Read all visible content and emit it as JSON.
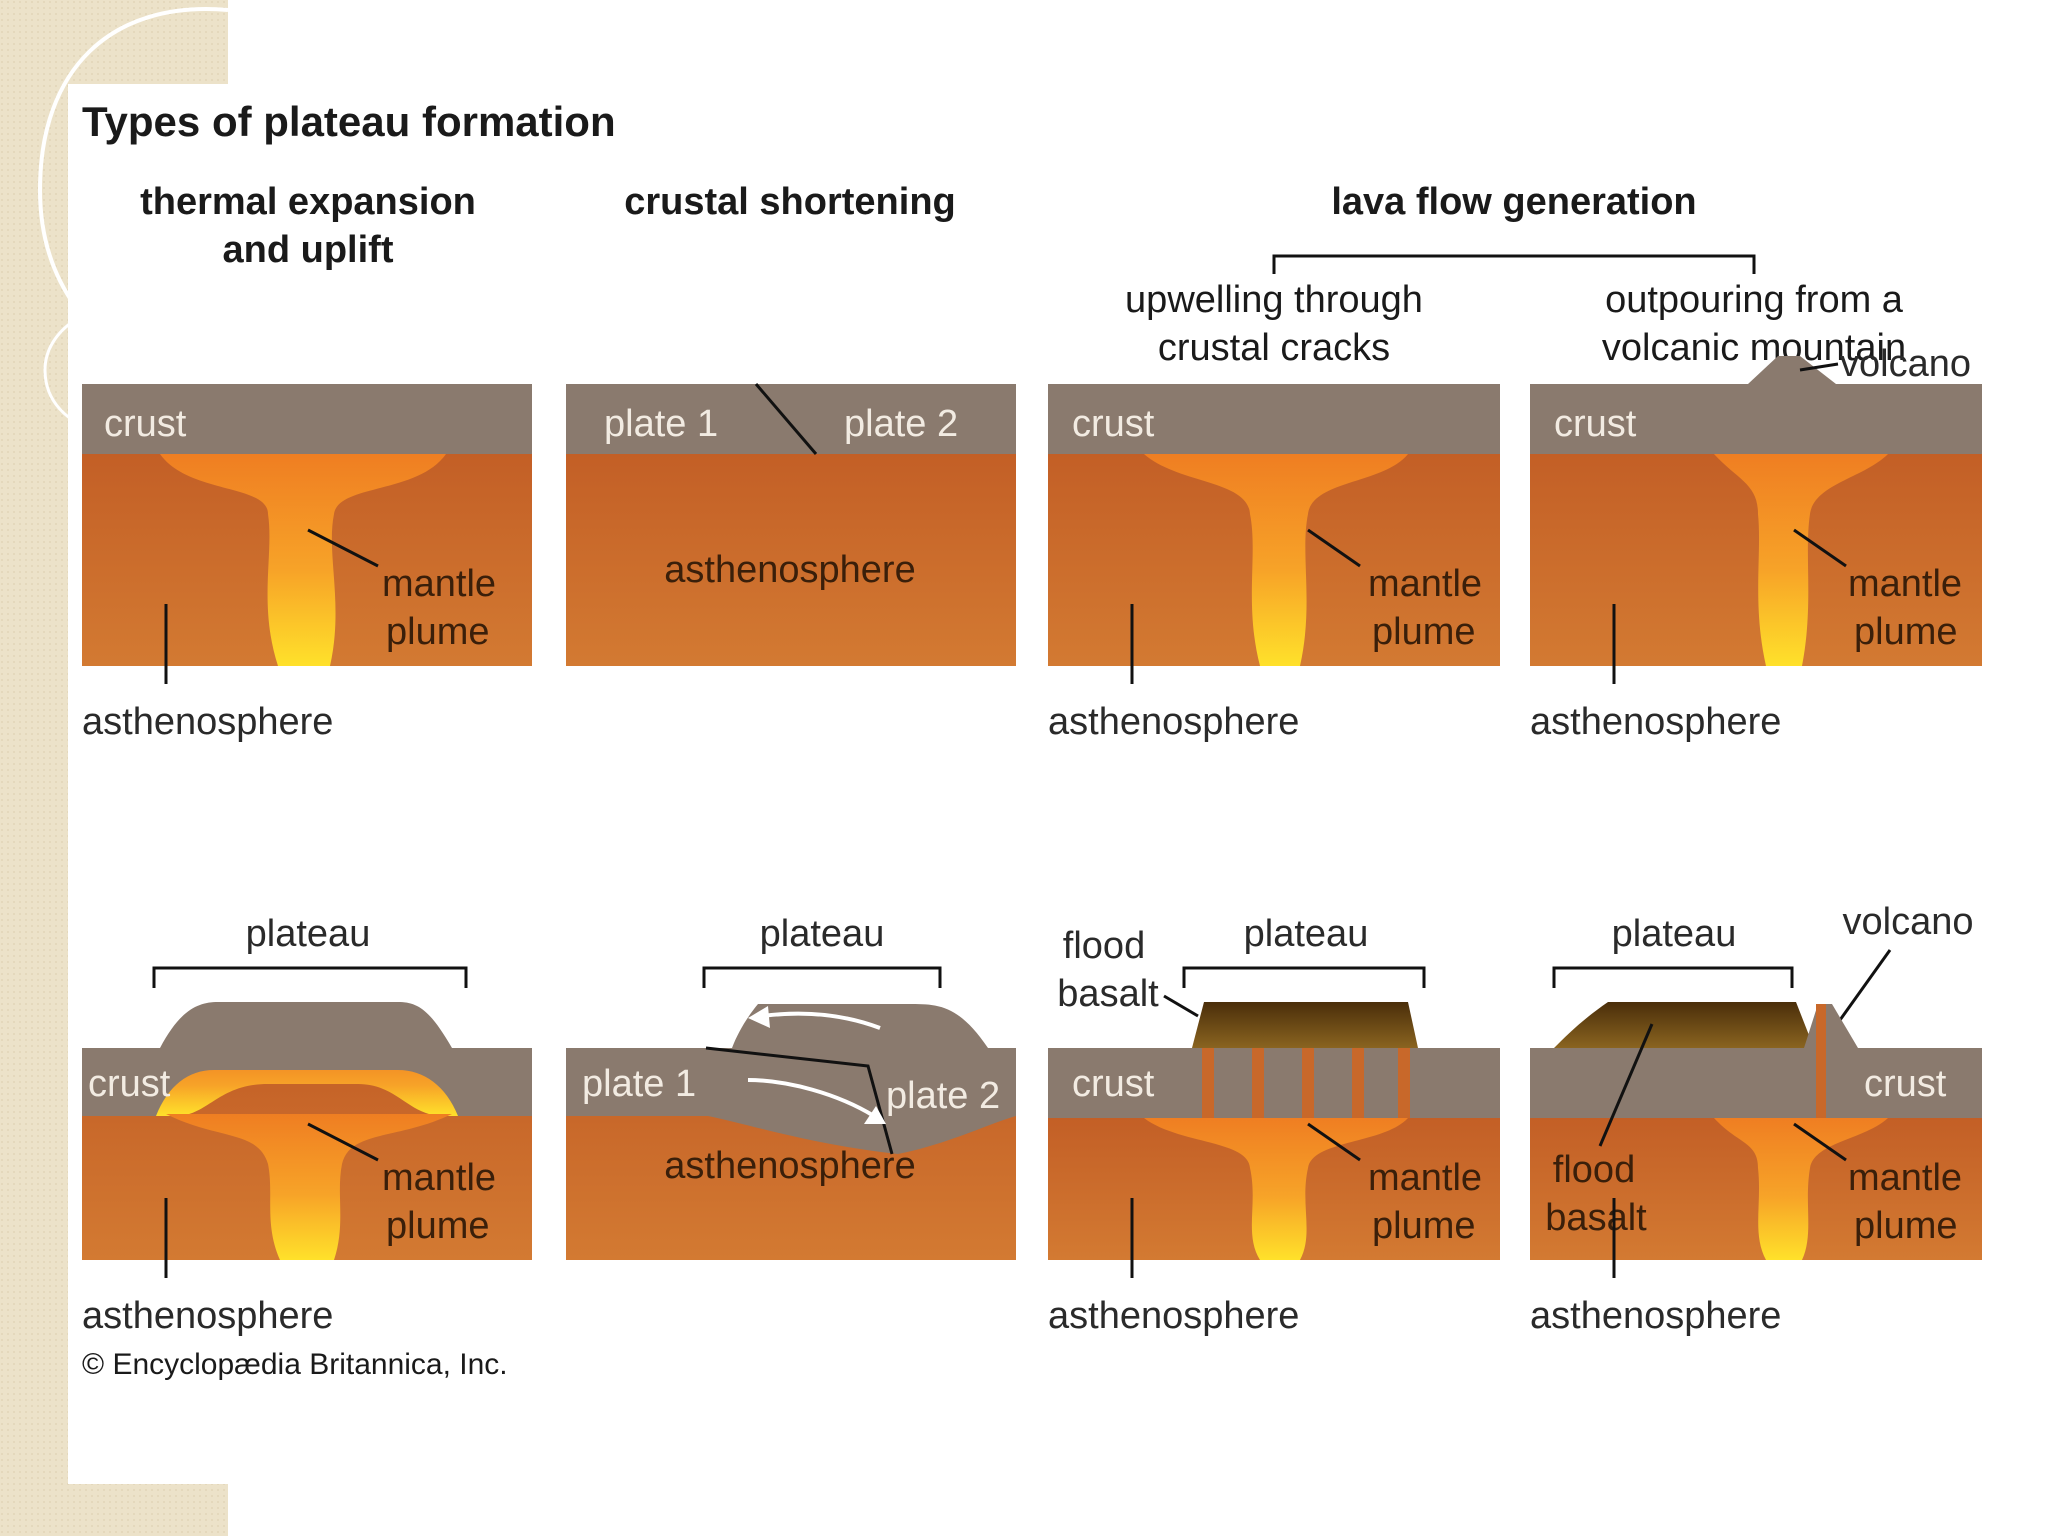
{
  "title": "Types of plateau formation",
  "columns": {
    "thermal_line1": "thermal expansion",
    "thermal_line2": "and uplift",
    "crustal": "crustal shortening",
    "lava": "lava flow generation",
    "upwelling_line1": "upwelling through",
    "upwelling_line2": "crustal cracks",
    "outpouring_line1": "outpouring from a",
    "outpouring_line2": "volcanic mountain"
  },
  "labels": {
    "crust": "crust",
    "plate1": "plate 1",
    "plate2": "plate 2",
    "asthenosphere": "asthenosphere",
    "mantle": "mantle",
    "plume": "plume",
    "volcano": "volcano",
    "plateau": "plateau",
    "flood": "flood",
    "basalt": "basalt"
  },
  "copyright": "© Encyclopædia Britannica, Inc.",
  "colors": {
    "crust": "#8a7a6e",
    "asthenosphere": "#c8682a",
    "plume_core": "#ffe22a",
    "plume_edge": "#ee8a22",
    "basalt": "#6b4a14",
    "slide_edge": "#e8dcc0"
  }
}
